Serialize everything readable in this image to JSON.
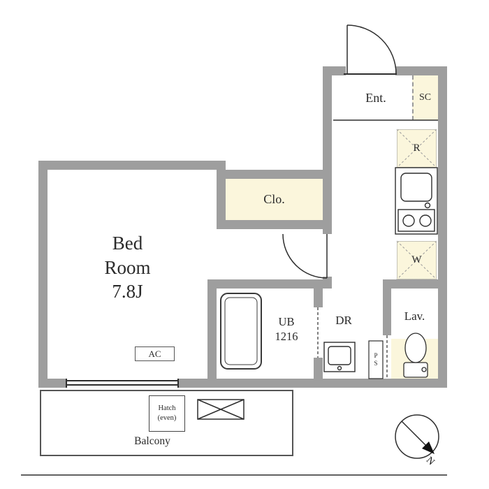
{
  "labels": {
    "entrance": "Ent.",
    "shoe_closet": "SC",
    "refrigerator": "R",
    "washer": "W",
    "closet": "Clo.",
    "bedroom_l1": "Bed",
    "bedroom_l2": "Room",
    "bedroom_l3": "7.8J",
    "unit_bath_l1": "UB",
    "unit_bath_l2": "1216",
    "dressing_room": "DR",
    "lavatory": "Lav.",
    "pipe_space": "PS",
    "air_conditioner": "AC",
    "hatch_l1": "Hatch",
    "hatch_l2": "(even)",
    "balcony": "Balcony",
    "compass_north": "N"
  },
  "colors": {
    "wall_gray": "#9e9e9e",
    "room_cream": "#fbf6dc",
    "line": "#2e2e2e"
  }
}
